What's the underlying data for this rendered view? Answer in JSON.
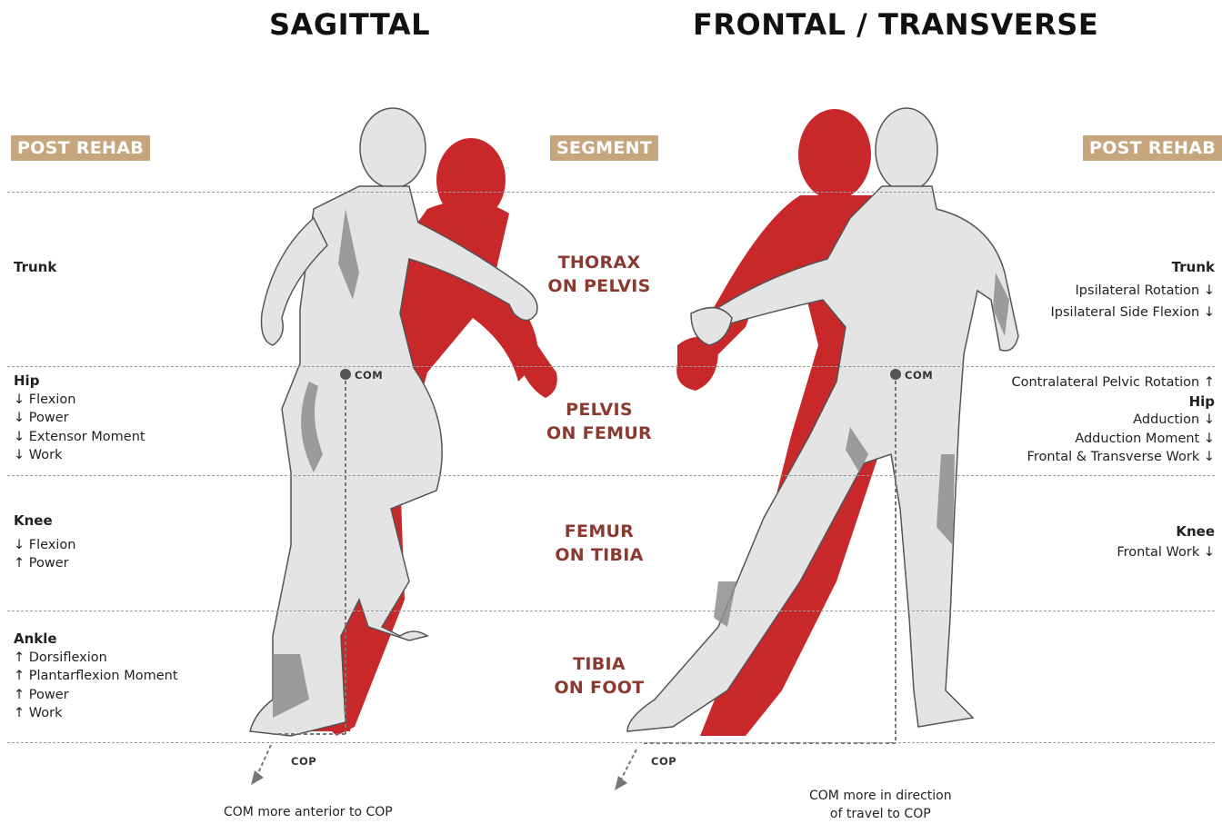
{
  "headings": {
    "sagittal": "SAGITTAL",
    "frontal": "FRONTAL / TRANSVERSE"
  },
  "tags": {
    "left": "POST REHAB",
    "center": "SEGMENT",
    "right": "POST REHAB"
  },
  "segments": [
    {
      "line1": "THORAX",
      "line2": "ON PELVIS"
    },
    {
      "line1": "PELVIS",
      "line2": "ON FEMUR"
    },
    {
      "line1": "FEMUR",
      "line2": "ON TIBIA"
    },
    {
      "line1": "TIBIA",
      "line2": "ON FOOT"
    }
  ],
  "left": {
    "trunk": {
      "title": "Trunk"
    },
    "hip": {
      "title": "Hip",
      "items": [
        "↓ Flexion",
        "↓ Power",
        "↓ Extensor Moment",
        "↓ Work"
      ]
    },
    "knee": {
      "title": "Knee",
      "items": [
        "↓ Flexion",
        "↑ Power"
      ]
    },
    "ankle": {
      "title": "Ankle",
      "items": [
        "↑ Dorsiflexion",
        "↑ Plantarflexion Moment",
        "↑ Power",
        "↑ Work"
      ]
    }
  },
  "right": {
    "trunk": {
      "title": "Trunk",
      "items": [
        "Ipsilateral Rotation ↓",
        "Ipsilateral Side Flexion ↓"
      ]
    },
    "hip": {
      "pre": "Contralateral Pelvic Rotation ↑",
      "title": "Hip",
      "items": [
        "Adduction ↓",
        "Adduction Moment ↓",
        "Frontal & Transverse Work ↓"
      ]
    },
    "knee": {
      "title": "Knee",
      "items": [
        "Frontal Work ↓"
      ]
    }
  },
  "markers": {
    "com": "COM",
    "cop": "COP"
  },
  "captions": {
    "left": "COM more anterior to COP",
    "right_line1": "COM more in direction",
    "right_line2": "of travel to COP"
  },
  "colors": {
    "tag": "#c7a67e",
    "segment_text": "#8a3a30",
    "red_figure": "#c8282a",
    "grey_figure": "#e4e4e4",
    "muscle_shade": "#8e8e8e"
  }
}
